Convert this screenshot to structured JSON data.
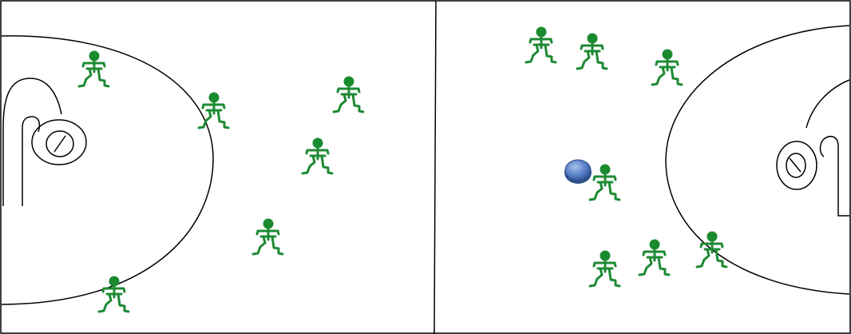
{
  "colors": {
    "background": "#ffffff",
    "lines": "#000000",
    "player": "#1e8a33",
    "player_head": "#1a8a2e",
    "ball_fill": "#4a6fb5",
    "ball_edge": "#2c4a80"
  },
  "icons": {
    "player": "stick-figure-player-icon",
    "ball": "ball-icon",
    "hoop": "hoop-icon"
  },
  "court": {
    "halves": [
      "left-half",
      "right-half"
    ]
  },
  "players": {
    "left_half_count": 6,
    "right_half_count": 7
  },
  "ball": {
    "count": 1
  }
}
